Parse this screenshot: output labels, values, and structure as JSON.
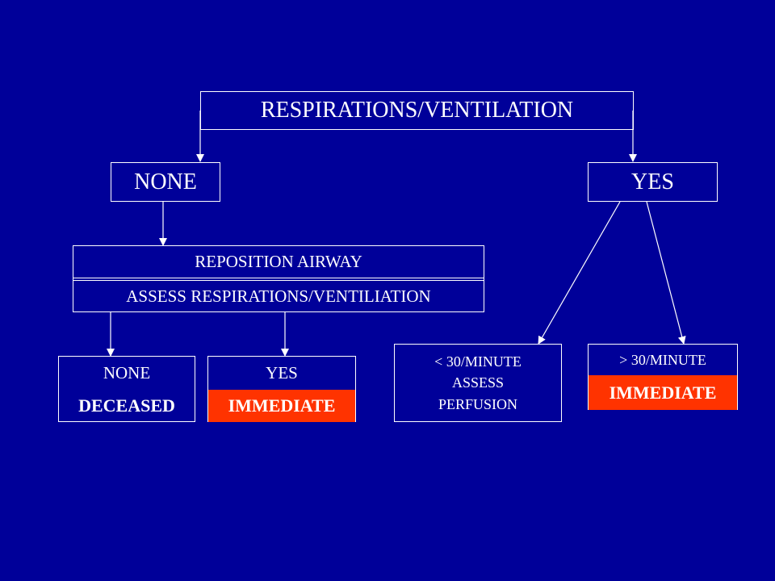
{
  "root": {
    "label": "RESPIRATIONS/VENTILATION"
  },
  "left_branch": {
    "label": "NONE",
    "action": {
      "line1": "REPOSITION AIRWAY",
      "line2": "ASSESS RESPIRATIONS/VENTILIATION"
    },
    "outcome_none": {
      "label": "NONE",
      "result": "DECEASED"
    },
    "outcome_yes": {
      "label": "YES",
      "result": "IMMEDIATE"
    }
  },
  "right_branch": {
    "label": "YES",
    "under30": {
      "line1": "< 30/MINUTE",
      "line2": "ASSESS",
      "line3": "PERFUSION"
    },
    "over30": {
      "label": "> 30/MINUTE",
      "result": "IMMEDIATE"
    }
  },
  "colors": {
    "background": "#000099",
    "line": "#ffffff",
    "immediate": "#ff3300",
    "deceased_text": "#000066"
  }
}
